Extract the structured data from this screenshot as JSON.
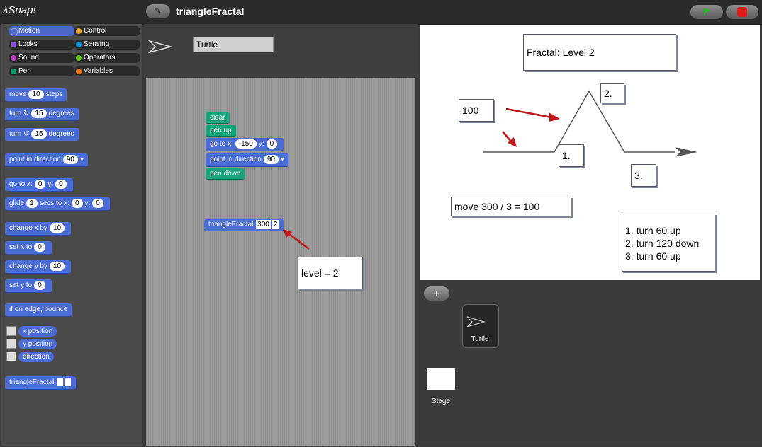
{
  "app": {
    "logo": "Snap!",
    "project_title": "triangleFractal"
  },
  "categories": [
    {
      "label": "Motion",
      "color": "#4a6cd4",
      "selected": true
    },
    {
      "label": "Control",
      "color": "#e6a822"
    },
    {
      "label": "Looks",
      "color": "#8a55d7"
    },
    {
      "label": "Sensing",
      "color": "#0494dc"
    },
    {
      "label": "Sound",
      "color": "#bb42c3"
    },
    {
      "label": "Operators",
      "color": "#62c213"
    },
    {
      "label": "Pen",
      "color": "#0e9a6c"
    },
    {
      "label": "Variables",
      "color": "#f3761d"
    }
  ],
  "palette": {
    "move": {
      "a": "move",
      "v": "10",
      "b": "steps"
    },
    "turn_cw": {
      "a": "turn",
      "v": "15",
      "b": "degrees"
    },
    "turn_ccw": {
      "a": "turn",
      "v": "15",
      "b": "degrees"
    },
    "point_dir": {
      "a": "point in direction",
      "v": "90"
    },
    "goto": {
      "a": "go to x:",
      "x": "0",
      "b": "y:",
      "y": "0"
    },
    "glide": {
      "a": "glide",
      "v": "1",
      "b": "secs to x:",
      "x": "0",
      "c": "y:",
      "y": "0"
    },
    "change_x": {
      "a": "change x by",
      "v": "10"
    },
    "set_x": {
      "a": "set x to",
      "v": "0"
    },
    "change_y": {
      "a": "change y by",
      "v": "10"
    },
    "set_y": {
      "a": "set y to",
      "v": "0"
    },
    "bounce": "if on edge, bounce",
    "x_position": "x position",
    "y_position": "y position",
    "direction": "direction",
    "custom_block": "triangleFractal"
  },
  "sprite": {
    "name": "Turtle"
  },
  "script": {
    "clear": "clear",
    "pen_up": "pen up",
    "goto": {
      "a": "go to x:",
      "x": "-150",
      "b": "y:",
      "y": "0"
    },
    "point_dir": {
      "a": "point in direction",
      "v": "90"
    },
    "pen_down": "pen down",
    "call": {
      "label": "triangleFractal",
      "size": "300",
      "level": "2"
    }
  },
  "notes": {
    "level": "level = 2",
    "title": "Fractal: Level 2",
    "hundred": "100",
    "move_calc": "move 300 / 3 = 100",
    "step1": "1.",
    "step2": "2.",
    "step3": "3.",
    "turns": [
      "1. turn 60 up",
      "2. turn 120 down",
      "3. turn 60 up"
    ]
  },
  "corral": {
    "sprite_label": "Turtle",
    "stage_label": "Stage"
  },
  "colors": {
    "motion": "#4a6cd4",
    "pen": "#1aa37a",
    "arrow": "#c01818"
  }
}
